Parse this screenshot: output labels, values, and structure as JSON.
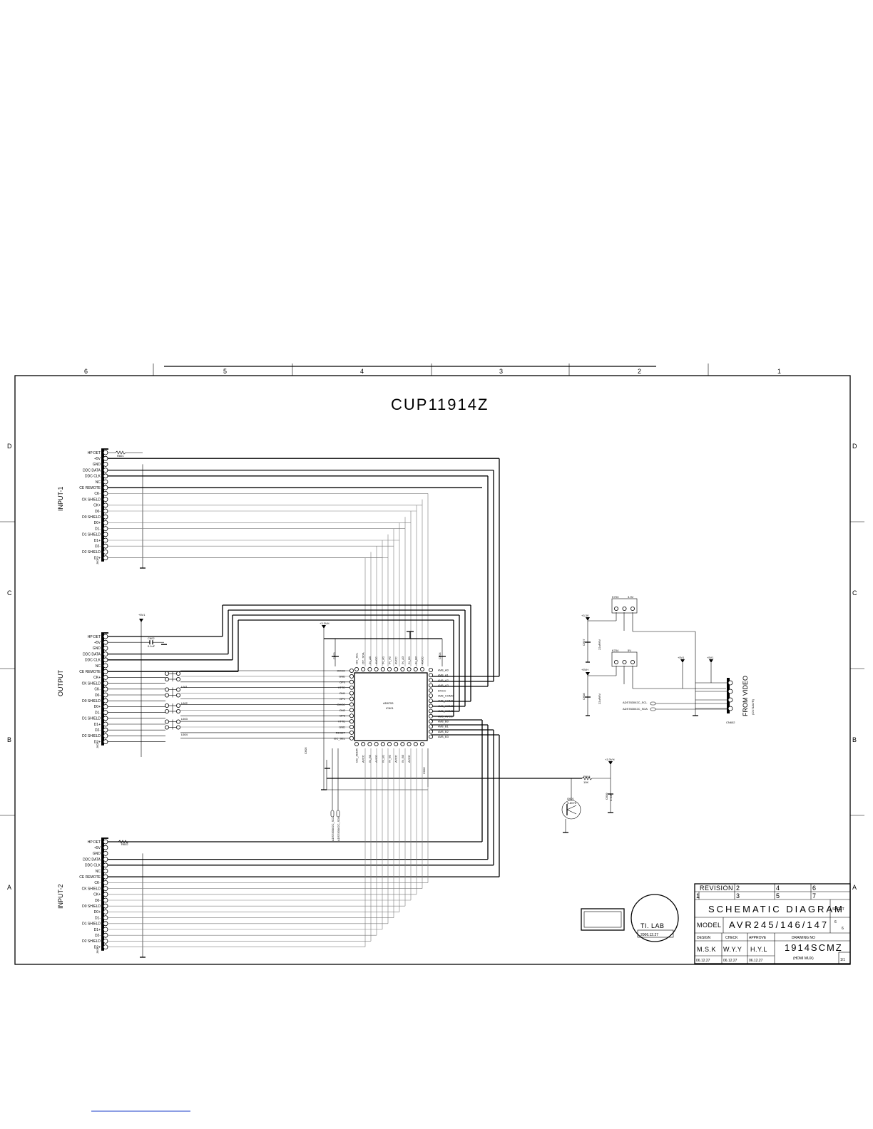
{
  "drawing_title": "CUP11914Z",
  "zones_top": [
    "6",
    "5",
    "4",
    "3",
    "2",
    "1"
  ],
  "zones_side": [
    "D",
    "C",
    "B",
    "A"
  ],
  "input1": {
    "label": "INPUT-1",
    "ref": "J601",
    "resistor": "R601",
    "pins": [
      "HP DET",
      "+5V",
      "GND",
      "DDC DATA",
      "DDC CLK",
      "NC",
      "CE REMOTE",
      "CK-",
      "CK SHIELD",
      "CK+",
      "D0-",
      "D0 SHIELD",
      "D0+",
      "D1-",
      "D1 SHIELD",
      "D1+",
      "D2-",
      "D2 SHIELD",
      "D2+"
    ]
  },
  "output": {
    "label": "OUTPUT",
    "ref": "J602",
    "power": "+5V1",
    "cap": "C602",
    "cap_value": "0.1uF",
    "filters": [
      "L601",
      "L602",
      "L603",
      "L604"
    ],
    "pins": [
      "HP DET",
      "+5V",
      "GND",
      "DDC DATA",
      "DDC CLK",
      "NC",
      "CE REMOTE",
      "CK+",
      "CK SHIELD",
      "CK-",
      "D0-",
      "D0 SHIELD",
      "D0+",
      "D1-",
      "D1 SHIELD",
      "D1+",
      "D2-",
      "D2 SHIELD",
      "D2+"
    ]
  },
  "input2": {
    "label": "INPUT-2",
    "ref": "J603",
    "resistor": "R602",
    "pins": [
      "HP DET",
      "+5V",
      "GND",
      "DDC DATA",
      "DDC CLK",
      "NC",
      "CE REMOTE",
      "CK-",
      "CK SHIELD",
      "CK+",
      "D0-",
      "D0 SHIELD",
      "D0+",
      "D1-",
      "D1 SHIELD",
      "D1+",
      "D2-",
      "D2 SHIELD",
      "D2+"
    ]
  },
  "ic": {
    "name": "AD8753",
    "ref": "IC601",
    "supply": "+3.3VH",
    "left_pins": [
      "OVCC",
      "GND",
      "OP0",
      "VTTE",
      "ON1",
      "OP1",
      "OVCC",
      "ON2",
      "OP2",
      "VTTE",
      "GND",
      "RESET",
      "I2C_SEL"
    ],
    "right_pins": [
      "AVB_A0",
      "AVB_A1",
      "AVB_A2",
      "AVB_A3",
      "DVCC",
      "AVB_COM0",
      "AVB_COM1",
      "AVB_COM2",
      "AVB_COM3",
      "AVB_AVCC",
      "AVB_B0",
      "AVB_B1",
      "AVB_B2",
      "AVB_B3"
    ],
    "top_pins": [
      "I2C_SCL",
      "I2C_SDA",
      "IN_A0",
      "AVCC",
      "IN_A1",
      "IN_A2",
      "AVCC",
      "IN_A3",
      "IN_B1",
      "IN_B2",
      "AVCC"
    ],
    "bottom_pins": [
      "I2C_ADDR",
      "AVCC",
      "IN_B0",
      "AVCC",
      "IN_B1",
      "IN_B2",
      "AVCC",
      "IN_B3",
      "AVCC"
    ],
    "caps": [
      "C603",
      "C604",
      "C605",
      "C606"
    ],
    "i2c_labels": [
      "ADS7830/I2C_SCL",
      "ADS7830/I2C_SDA"
    ]
  },
  "right_block": {
    "connectors": [
      "K703",
      "K704"
    ],
    "connector_labels": [
      "3.3V",
      "5V"
    ],
    "supplies": [
      "+3.3V",
      "+5VH",
      "+5V1",
      "+5V1"
    ],
    "caps": [
      "C607",
      "C608"
    ],
    "cap_values": [
      "22uF/6V",
      "22uF/6V"
    ],
    "net_labels": [
      "ADS7830/I2C_SCL",
      "ADS7830/I2C_SDA"
    ],
    "connector_ref": "CN602",
    "from_label": "FROM VIDEO",
    "from_sub": "(CN71/AVR)",
    "reset_resistor": "R604",
    "reset_resistor_value": "10K",
    "reset_supply": "+3.3VH",
    "reset_cap": "C609",
    "reset_ic": "Q601",
    "reset_ic_part": "S-8075",
    "reset_tiny": "0.1uF"
  },
  "title_block": {
    "revision_label": "REVISION",
    "revision_cells": [
      "2",
      "4",
      "6",
      "1",
      "3",
      "5",
      "7"
    ],
    "schematic_title": "SCHEMATIC DIAGRAM",
    "sheet_label": "SHEET",
    "sheet_value": "6",
    "sheet_total": "6",
    "model_label": "MODEL",
    "model_value": "AVR245/146/147",
    "design_label": "DESIGN",
    "check_label": "CHECK",
    "approve_label": "APPROVE",
    "drawing_no_label": "DRAWING NO",
    "design_name": "M.S.K",
    "check_name": "W.Y.Y",
    "approve_name": "H.Y.L",
    "drawing_no": "1914SCMZ",
    "drawing_sub": "(HDMI MUX)",
    "design_date": "06.12.27",
    "check_date": "06.12.27",
    "approve_date": "06.12.27",
    "page_mark": "1/1"
  },
  "stamp": {
    "lab": "TI. LAB",
    "date": "2006.12.27"
  }
}
